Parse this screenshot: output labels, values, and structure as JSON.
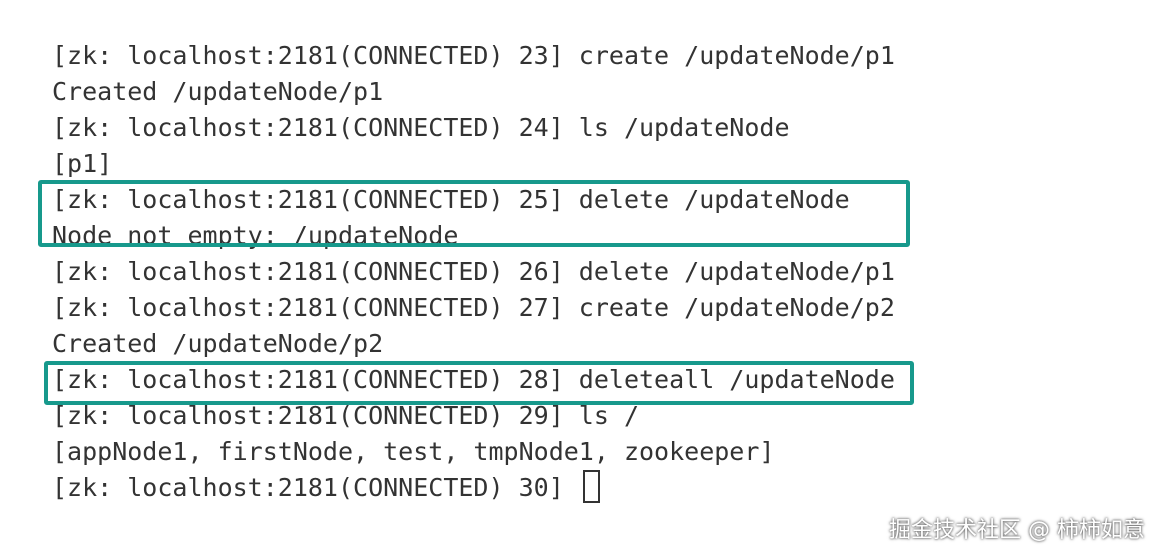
{
  "terminal": {
    "lines": [
      "[zk: localhost:2181(CONNECTED) 23] create /updateNode/p1",
      "Created /updateNode/p1",
      "[zk: localhost:2181(CONNECTED) 24] ls /updateNode",
      "[p1]",
      "[zk: localhost:2181(CONNECTED) 25] delete /updateNode",
      "Node not empty: /updateNode",
      "[zk: localhost:2181(CONNECTED) 26] delete /updateNode/p1",
      "[zk: localhost:2181(CONNECTED) 27] create /updateNode/p2",
      "Created /updateNode/p2",
      "[zk: localhost:2181(CONNECTED) 28] deleteall /updateNode",
      "[zk: localhost:2181(CONNECTED) 29] ls /",
      "[appNode1, firstNode, test, tmpNode1, zookeeper]",
      "[zk: localhost:2181(CONNECTED) 30] "
    ]
  },
  "highlight_color": "#17998c",
  "watermark": "掘金技术社区 @ 柿柿如意"
}
